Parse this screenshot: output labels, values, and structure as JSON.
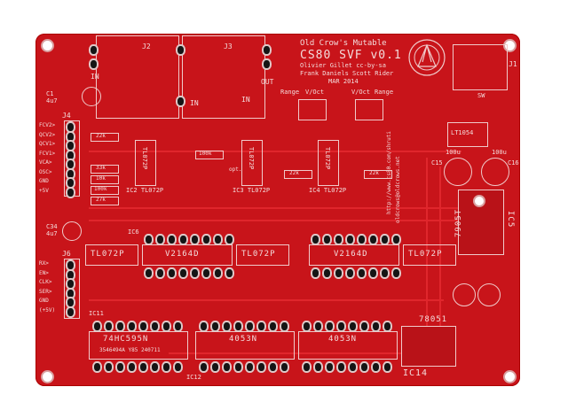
{
  "board": {
    "title_line1": "Old Crow's Mutable",
    "title_line2": "CS80 SVF v0.1",
    "credits_line1": "Olivier Gillet cc-by-sa",
    "credits_line2": "Frank Daniels Scott Rider",
    "date": "MAR 2014",
    "url": "http://www.cs80.com/shruti",
    "email": "oldcrows@oldcrows.net",
    "board_color": "#c8141a",
    "silkscreen_color": "#f3dcdc"
  },
  "connectors": {
    "j2": "J2",
    "j3": "J3",
    "j4": "J4",
    "j6": "J6",
    "j1": "J1",
    "in_left": "IN",
    "in_mid": "IN",
    "out": "OUT",
    "in_right": "IN",
    "j4_pins": [
      "FCV2>",
      "QCV2>",
      "QCV1>",
      "FCV1>",
      "VCA>",
      "OSC>",
      "GND",
      "+5V"
    ],
    "j6_pins": [
      "RX>",
      "EN>",
      "CLK>",
      "SER>",
      "GND",
      "(+5V)"
    ],
    "range_left": "Range",
    "vdct_left": "V/Oct",
    "vdct_right": "V/Oct",
    "range_right": "Range",
    "sw": "SW"
  },
  "chips": [
    "IC2 TL072P",
    "IC3 TL072P",
    "IC4 TL072P",
    "TL072P",
    "V2164D",
    "TL072P",
    "V2164D",
    "TL072P",
    "74HC595N",
    "4053N",
    "4053N",
    "LT1054",
    "7905T",
    "78051"
  ],
  "chip_labels": {
    "tl072_1": "TL072P",
    "tl072_2": "TL072P",
    "tl072_3": "TL072P",
    "tl072_4": "TL072P",
    "tl072_5": "TL072P",
    "tl072_6": "TL072P",
    "v2164_1": "V2164D",
    "v2164_2": "V2164D",
    "hc595": "74HC595N",
    "hc595_code": "3546494A Y85 240711",
    "c4053_1": "4053N",
    "c4053_2": "4053N",
    "lt1054": "LT1054",
    "reg_7905": "7905T",
    "reg_7805": "78051",
    "ic5": "IC5",
    "ic14": "IC14",
    "ic12": "IC12",
    "ic11": "IC11",
    "ic6": "IC6"
  },
  "components": {
    "c1": "C1",
    "c1v": "4u7",
    "c34": "C34",
    "c34v": "4u7",
    "c15": "C15",
    "c15v": "100u",
    "c16": "C16",
    "c16v": "100u",
    "r1": "22k",
    "r2": "33k",
    "r3": "10k",
    "r4": "100k",
    "r5": "27k",
    "r6": "100k",
    "r7": "22k",
    "r8": "22k",
    "opt": "opt."
  }
}
